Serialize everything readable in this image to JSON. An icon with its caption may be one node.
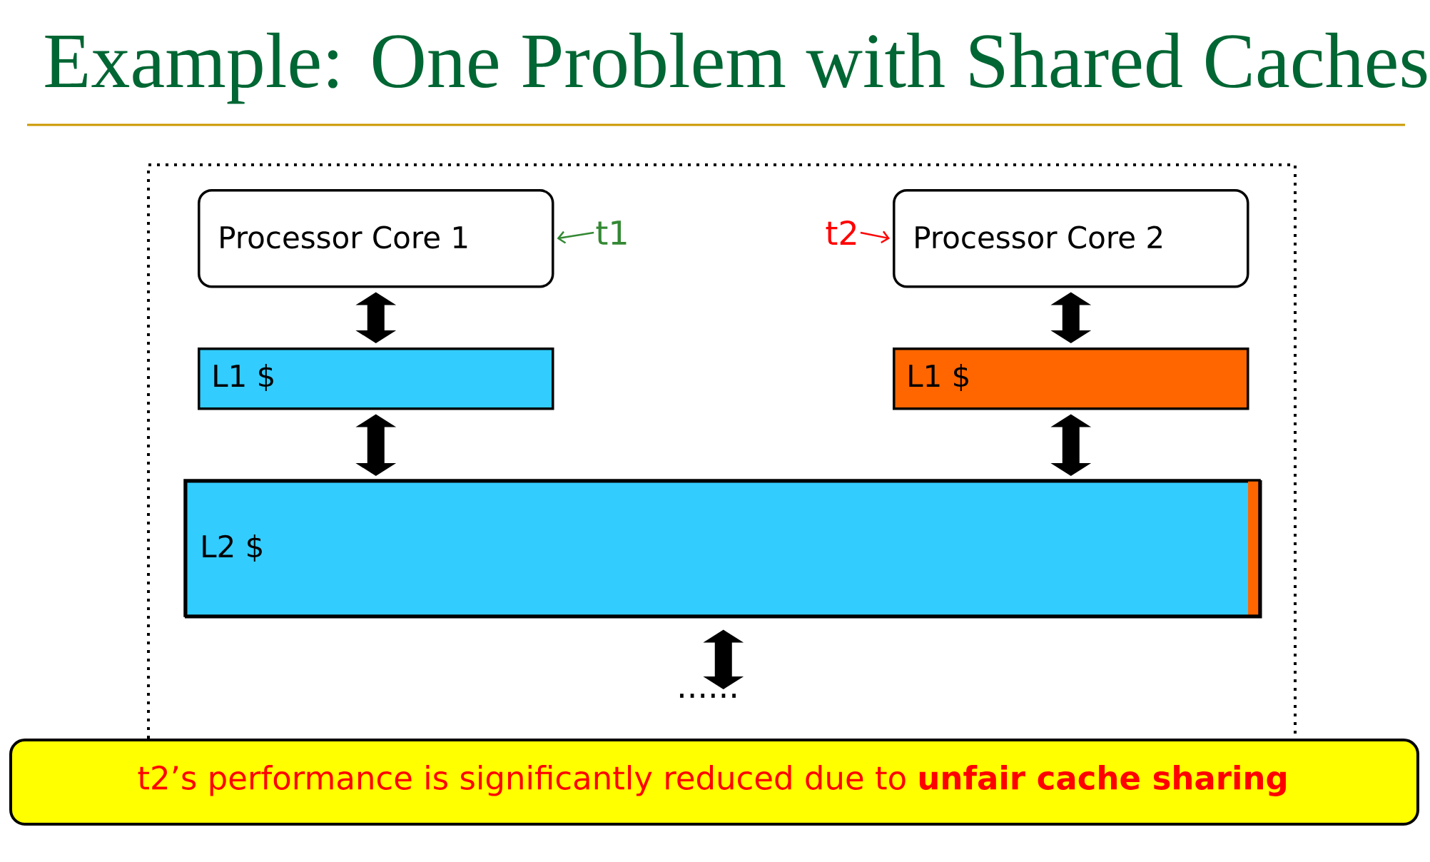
{
  "diagram": {
    "title": "Example: One Problem with Shared Caches",
    "nodes": [
      {
        "text": [
          "Processor Core 1"
        ]
      },
      {
        "text": [
          "t1"
        ]
      },
      {
        "text": [
          "Processor Core 2"
        ]
      },
      {
        "text": [
          "t2"
        ]
      },
      {
        "text": [
          "L1 $"
        ]
      },
      {
        "text": [
          "L1 $"
        ]
      },
      {
        "text": [
          "L2 $"
        ]
      },
      {
        "text": [
          "......"
        ]
      },
      {
        "text": [
          "t2’s performance is significantly reduced due to **unfair cache sharing**"
        ]
      }
    ],
    "edges": [
      {
        "from": 1,
        "to": 0,
        "arrow": "to",
        "color": "#338833"
      },
      {
        "from": 3,
        "to": 2,
        "arrow": "to",
        "color": "#ff0000"
      },
      {
        "from": 0,
        "to": 4,
        "arrow": "both"
      },
      {
        "from": 2,
        "to": 5,
        "arrow": "both"
      },
      {
        "from": 4,
        "to": 6,
        "arrow": "both"
      },
      {
        "from": 5,
        "to": 6,
        "arrow": "both"
      },
      {
        "from": 6,
        "to": 7,
        "arrow": "both"
      }
    ]
  }
}
